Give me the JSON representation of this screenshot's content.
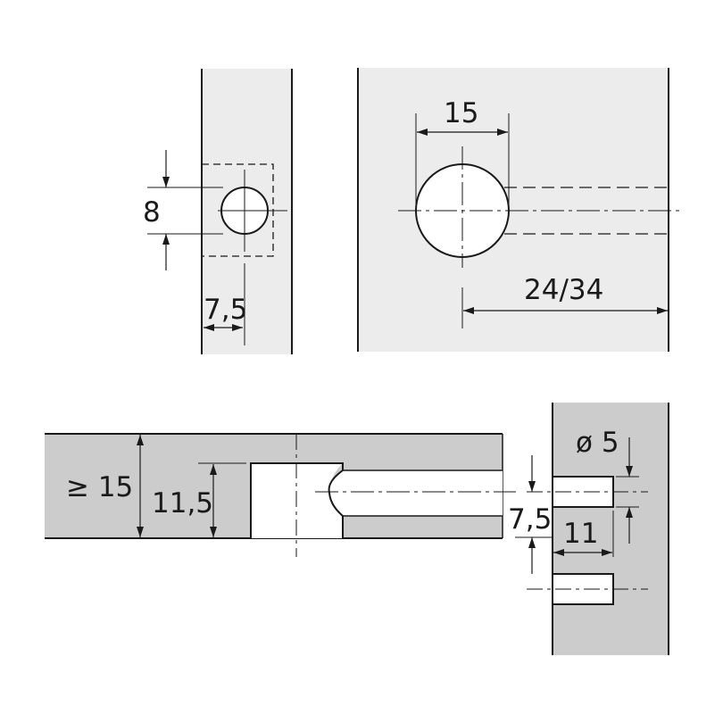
{
  "colors": {
    "panel_light": "#ececec",
    "panel_dark": "#cccccc",
    "line": "#1a1a1a",
    "hole": "#ffffff"
  },
  "views": {
    "edge_view": {
      "dimensions": {
        "hole_height": "8",
        "edge_offset": "7,5"
      }
    },
    "face_view": {
      "dimensions": {
        "hole_diameter": "15",
        "edge_distance": "24/34"
      }
    },
    "section_view": {
      "dimensions": {
        "panel_thickness": "≥ 15",
        "bore_depth": "11,5"
      }
    },
    "dowel_view": {
      "dimensions": {
        "dowel_diameter": "ø 5",
        "dowel_offset": "7,5",
        "dowel_depth": "11"
      }
    }
  }
}
